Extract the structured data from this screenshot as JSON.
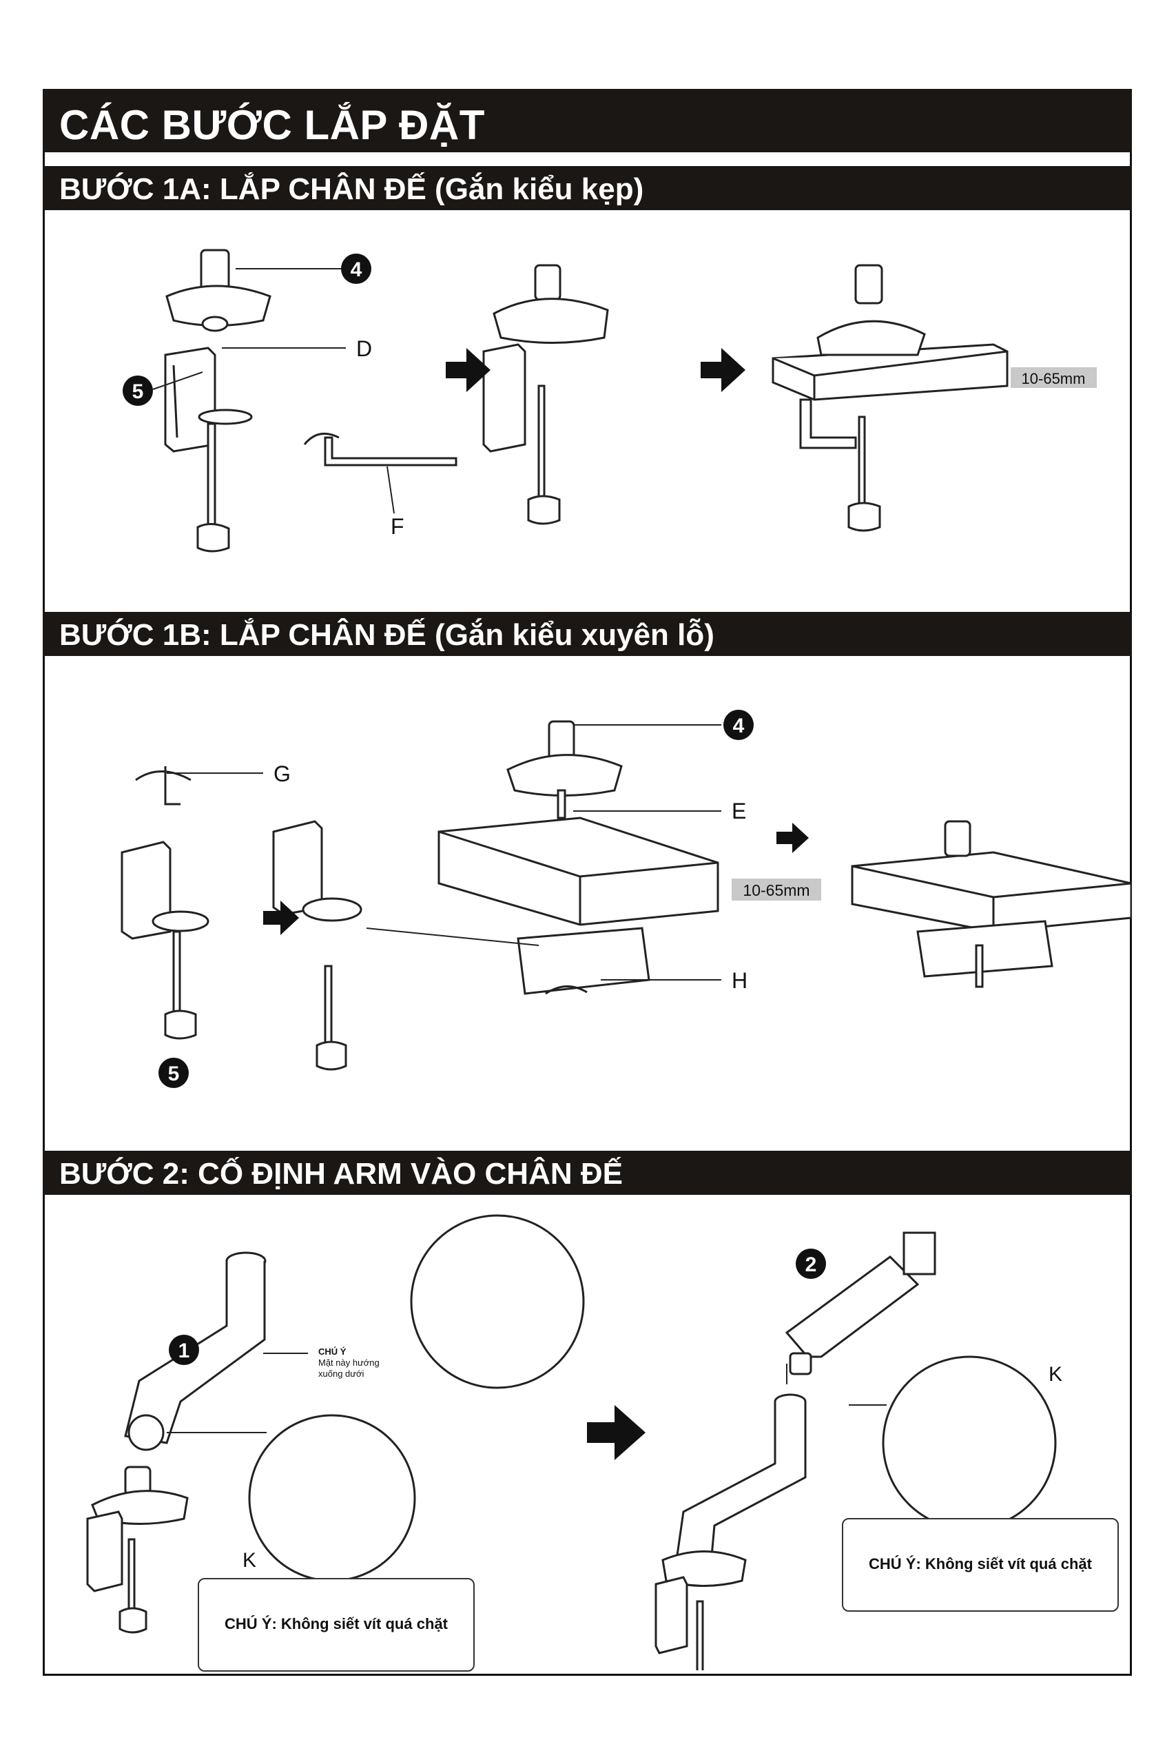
{
  "title": "CÁC BƯỚC LẮP ĐẶT",
  "steps": {
    "s1a": {
      "heading": "BƯỚC 1A: LẮP CHÂN ĐẾ (Gắn kiểu kẹp)",
      "range": "10-65mm"
    },
    "s1b": {
      "heading": "BƯỚC 1B: LẮP CHÂN ĐẾ (Gắn kiểu xuyên lỗ)",
      "range": "10-65mm"
    },
    "s2": {
      "heading": "BƯỚC 2: CỐ ĐỊNH ARM VÀO CHÂN ĐẾ"
    }
  },
  "labels": {
    "part1": "1",
    "part2": "2",
    "part4": "4",
    "part5": "5",
    "D": "D",
    "E": "E",
    "F": "F",
    "G": "G",
    "H": "H",
    "K": "K"
  },
  "arm_note": {
    "line1": "CHÚ Ý",
    "line2": "Mặt này hướng",
    "line3": "xuống dưới"
  },
  "caution": "CHÚ Ý: Không siết vít quá chặt"
}
